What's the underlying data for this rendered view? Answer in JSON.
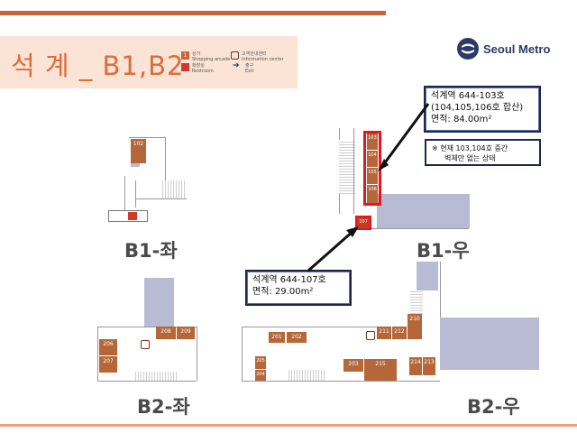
{
  "header": {
    "title": "석 계 _ B1,B2",
    "brand": "Seoul Metro",
    "colors": {
      "accent": "#e06a38",
      "shop": "#b5673a",
      "wall": "#b9bbd4",
      "highlight": "#e8141b",
      "brand": "#2b3a67"
    }
  },
  "legend": {
    "shop_label_kr": "상가",
    "shop_label_en": "Shopping arcade",
    "info_label_kr": "고객안내센터",
    "info_label_en": "Information center",
    "restroom_label_kr": "화장실",
    "restroom_label_en": "Restroom",
    "exit_label_kr": "출구",
    "exit_label_en": "Exit",
    "shop_number": "1"
  },
  "floors": {
    "b1_left": "B1-좌",
    "b1_right": "B1-우",
    "b2_left": "B2-좌",
    "b2_right": "B2-우"
  },
  "shops": {
    "s102": "102",
    "s103": "103",
    "s104": "104",
    "s105": "105",
    "s106": "106",
    "s107": "107",
    "s201": "201",
    "s202": "202",
    "s203": "203",
    "s204": "204",
    "s205": "205",
    "s206": "206",
    "s207": "207",
    "s208": "208",
    "s209": "209",
    "s210": "210",
    "s211": "211",
    "s212": "212",
    "s213": "213",
    "s214": "214",
    "s215": "215"
  },
  "callouts": {
    "c103": {
      "line1": "석계역 644-103호",
      "line2": "(104,105,106호 합산)",
      "line3": "면적: 84.00m²"
    },
    "note": {
      "line1": "※ 현재 103,104호 중간",
      "line2": "벽체만 없는 상태"
    },
    "c107": {
      "line1": "석계역 644-107호",
      "line2": "면적: 29.00m²"
    }
  }
}
